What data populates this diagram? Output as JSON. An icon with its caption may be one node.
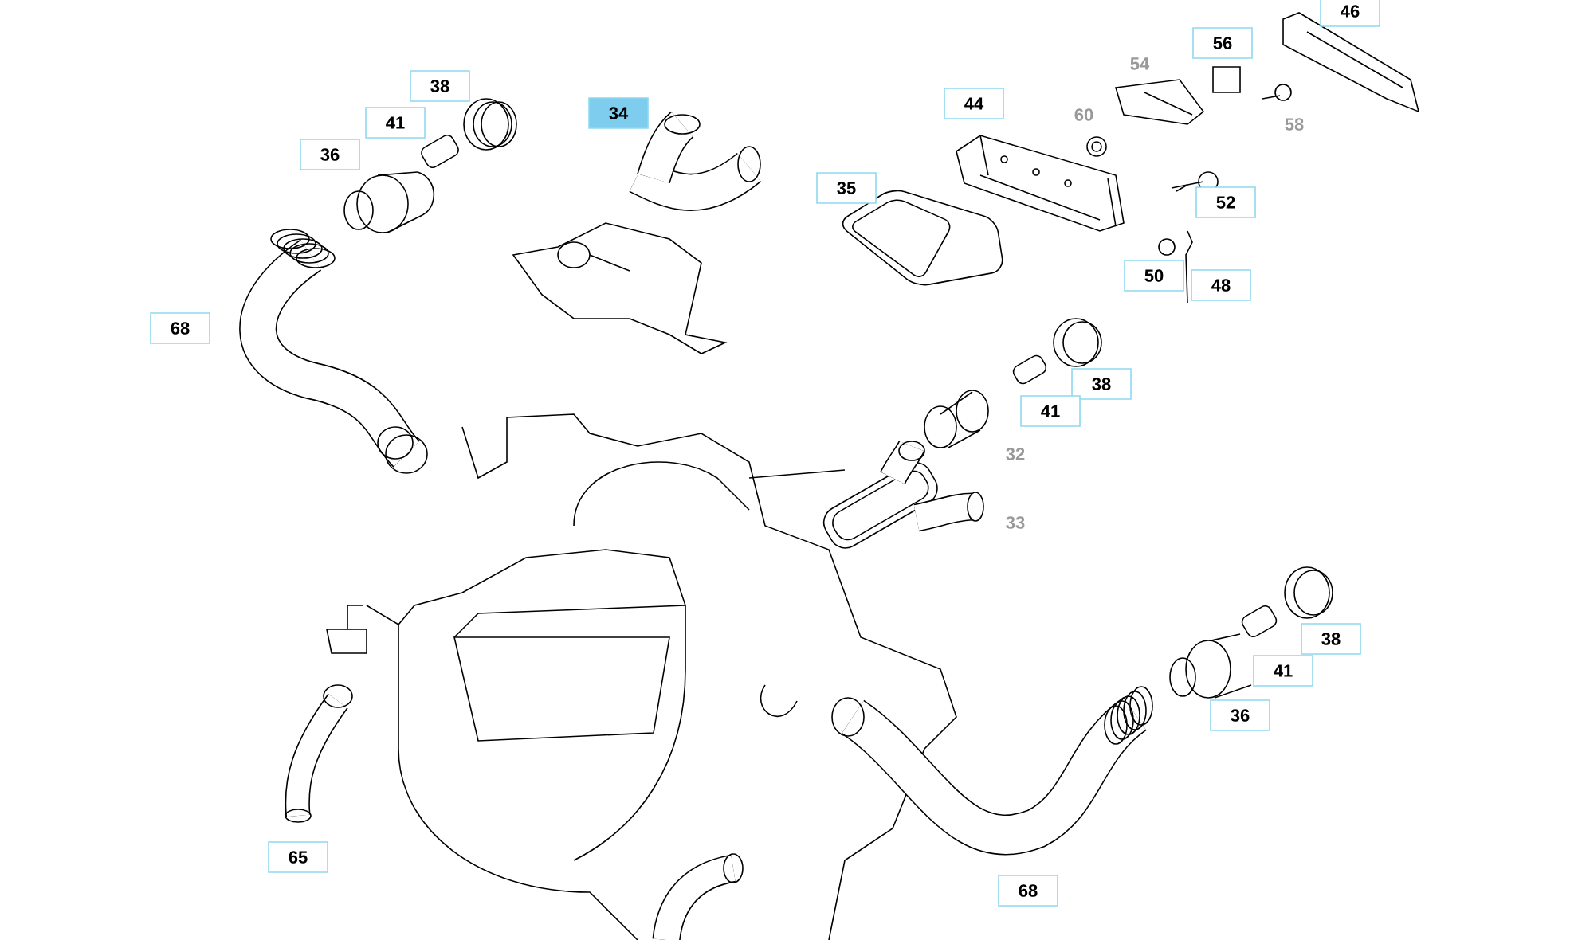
{
  "diagram": {
    "nodes": [
      {
        "text": [
          "38"
        ]
      },
      {
        "text": [
          "41"
        ]
      },
      {
        "text": [
          "36"
        ]
      },
      {
        "text": [
          "34"
        ]
      },
      {
        "text": [
          "44"
        ]
      },
      {
        "text": [
          "56"
        ]
      },
      {
        "text": [
          "46"
        ]
      },
      {
        "text": [
          "35"
        ]
      },
      {
        "text": [
          "52"
        ]
      },
      {
        "text": [
          "50"
        ]
      },
      {
        "text": [
          "48"
        ]
      },
      {
        "text": [
          "68"
        ]
      },
      {
        "text": [
          "38"
        ]
      },
      {
        "text": [
          "41"
        ]
      },
      {
        "text": [
          "38"
        ]
      },
      {
        "text": [
          "41"
        ]
      },
      {
        "text": [
          "36"
        ]
      },
      {
        "text": [
          "65"
        ]
      },
      {
        "text": [
          "68"
        ]
      }
    ],
    "labels": [
      "54",
      "60",
      "58",
      "32",
      "33"
    ]
  }
}
